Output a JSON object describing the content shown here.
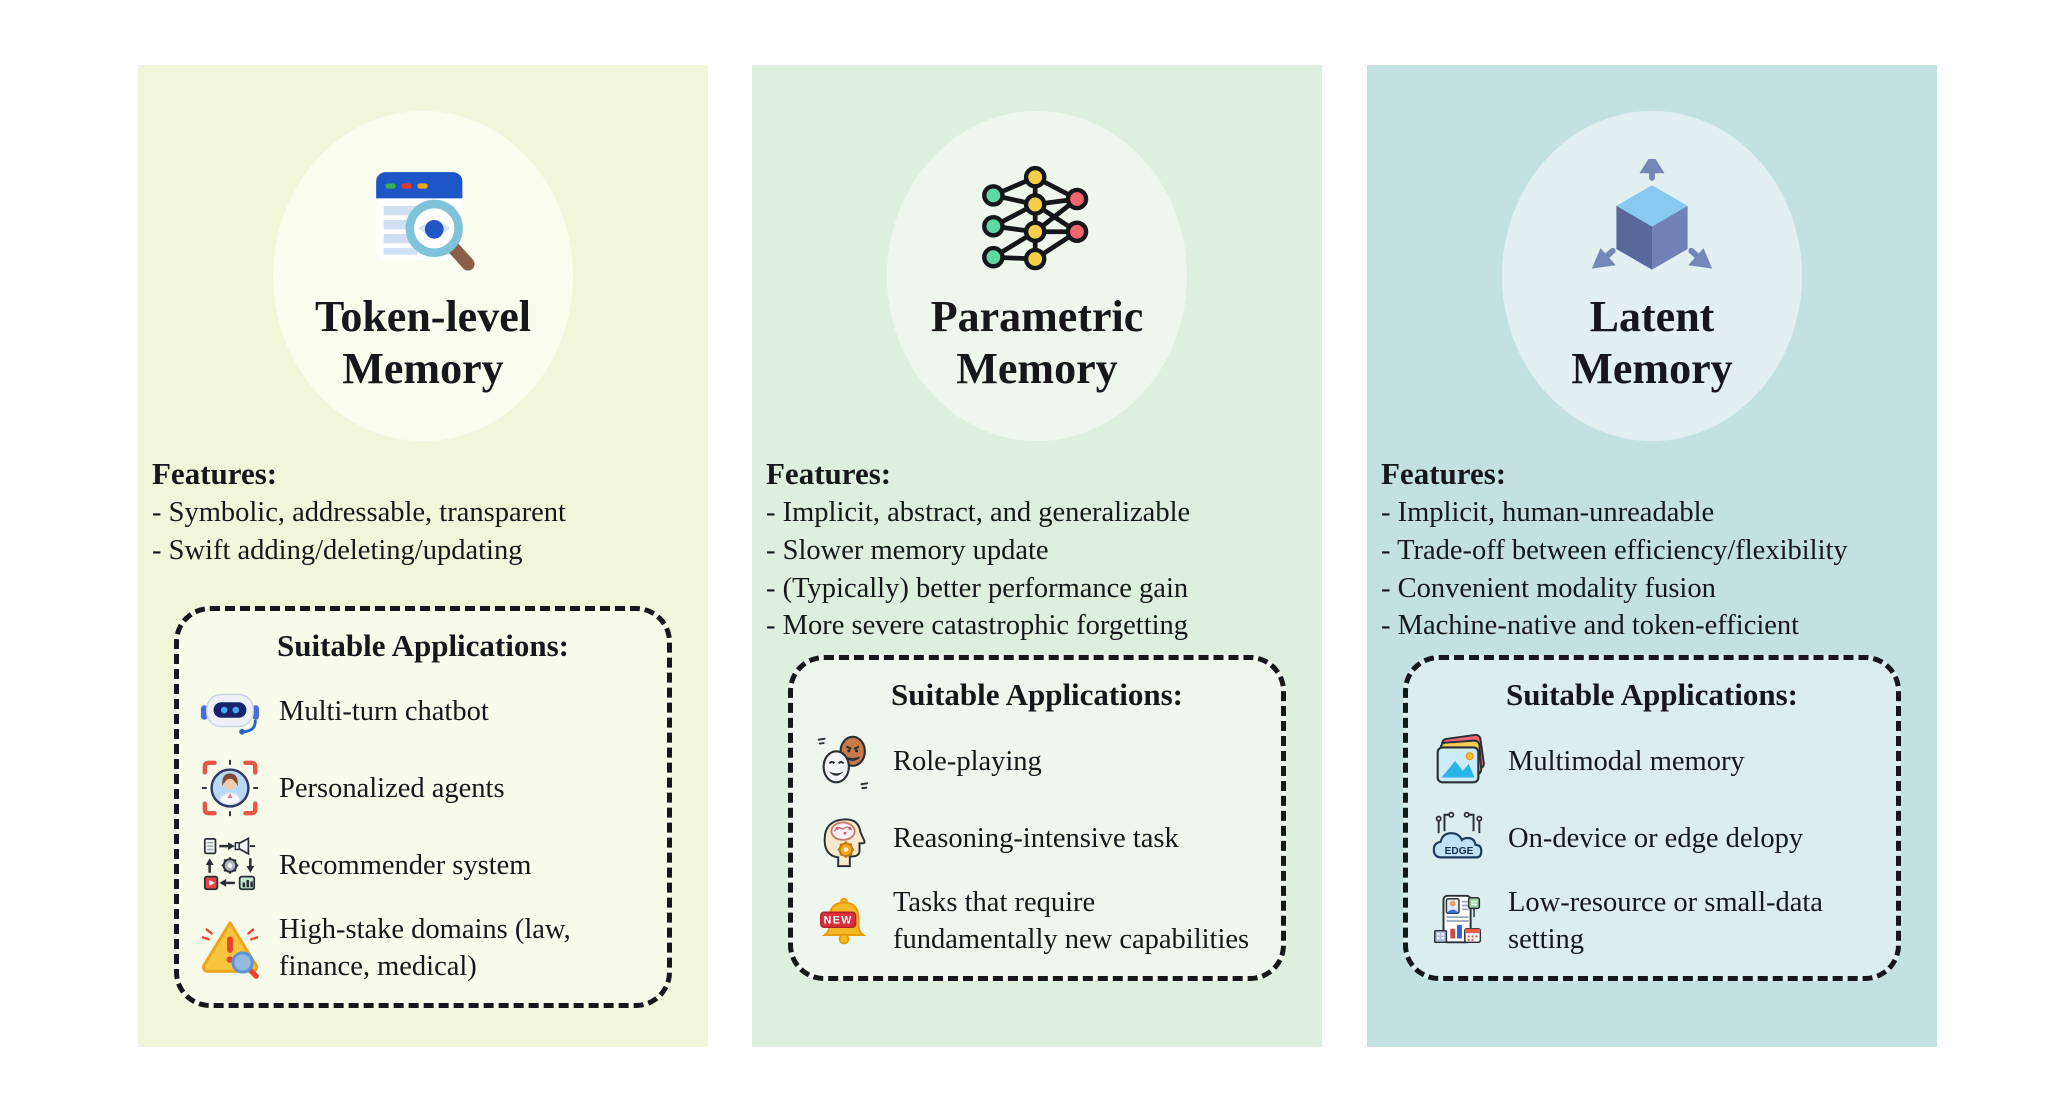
{
  "figure": {
    "panels": [
      {
        "name": "token-level-memory",
        "title_lines": [
          "Token-level",
          "Memory"
        ],
        "hero_icon": "spreadsheet-search-icon",
        "colors": {
          "panel_bg": "#f1f6da",
          "circle_bg": "#fafcee",
          "box_bg": "#f8fbe9",
          "border": "#15171a"
        },
        "features": {
          "heading": "Features:",
          "items": [
            "- Symbolic, addressable, transparent",
            "- Swift adding/deleting/updating"
          ]
        },
        "applications": {
          "heading": "Suitable Applications:",
          "items": [
            {
              "icon": "chatbot-icon",
              "label": "Multi-turn chatbot"
            },
            {
              "icon": "personalized-agent-icon",
              "label": "Personalized agents"
            },
            {
              "icon": "recommender-system-icon",
              "label": "Recommender system"
            },
            {
              "icon": "warning-magnifier-icon",
              "label": "High-stake domains (law, finance, medical)"
            }
          ]
        }
      },
      {
        "name": "parametric-memory",
        "title_lines": [
          "Parametric",
          "Memory"
        ],
        "hero_icon": "neural-network-icon",
        "colors": {
          "panel_bg": "#dcf0dd",
          "circle_bg": "#eef7ed",
          "box_bg": "#eef7ed",
          "border": "#15171a"
        },
        "features": {
          "heading": "Features:",
          "items": [
            "- Implicit, abstract, and generalizable",
            "- Slower memory update",
            "- (Typically) better performance gain",
            "- More severe catastrophic forgetting"
          ]
        },
        "applications": {
          "heading": "Suitable Applications:",
          "items": [
            {
              "icon": "theater-masks-icon",
              "label": "Role-playing"
            },
            {
              "icon": "brain-gear-icon",
              "label": "Reasoning-intensive task"
            },
            {
              "icon": "new-bell-icon",
              "badge": "NEW",
              "label": "Tasks that require fundamentally new capabilities"
            }
          ]
        }
      },
      {
        "name": "latent-memory",
        "title_lines": [
          "Latent",
          "Memory"
        ],
        "hero_icon": "latent-cube-icon",
        "colors": {
          "panel_bg": "#c3e1e3",
          "circle_bg": "#e2f0f1",
          "box_bg": "#dcedef",
          "border": "#15171a"
        },
        "features": {
          "heading": "Features:",
          "items": [
            "- Implicit, human-unreadable",
            "- Trade-off between efficiency/flexibility",
            "- Convenient modality fusion",
            "- Machine-native and token-efficient"
          ]
        },
        "applications": {
          "heading": "Suitable Applications:",
          "items": [
            {
              "icon": "photo-stack-icon",
              "label": "Multimodal memory"
            },
            {
              "icon": "edge-cloud-icon",
              "badge": "EDGE",
              "label": "On-device or edge delopy"
            },
            {
              "icon": "report-document-icon",
              "label": "Low-resource or small-data setting"
            }
          ]
        }
      }
    ]
  }
}
